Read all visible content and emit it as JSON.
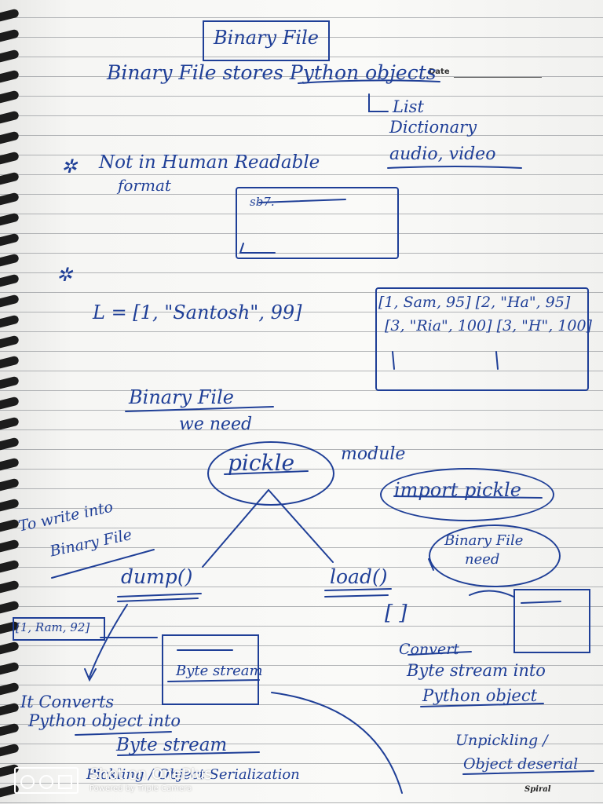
{
  "page": {
    "date_label": "Date",
    "brand_label": "Spiral"
  },
  "notes": {
    "heading": "Binary File",
    "line_stores": "Binary File stores Python objects",
    "branch_list": "List",
    "branch_dictionary": "Dictionary",
    "branch_media": "audio, video",
    "star_not_readable": "Not in Human Readable",
    "star_not_readable_2": "format",
    "box_scribble": "sb7.",
    "list_example": "L = [1, \"Santosh\", 99]",
    "records_line_1": "[1, Sam, 95] [2, \"Ha\", 95]",
    "records_line_2": "[3, \"Ria\", 100] [3, \"H\", 100]",
    "need_heading": "Binary File",
    "need_subheading": "we need",
    "pickle_label": "pickle",
    "module_label": "module",
    "import_label": "import pickle",
    "write_note": "To write into",
    "write_note_2": "Binary File",
    "bubble_line_1": "Binary File",
    "bubble_line_2": "need",
    "dump_label": "dump()",
    "load_label": "load()",
    "small_record": "[1, Ram, 92]",
    "bytestream_label": "Byte stream",
    "bracket_label": "[ ]",
    "connect_label": "Convert",
    "convert_line_1": "Byte stream into",
    "convert_line_2": "Python object",
    "it_converts": "It Converts",
    "python_object_into": "Python object   into",
    "byte_stream_2": "Byte stream",
    "serialization": "Pickling / Object Serialization",
    "unpickling": "Unpickling /",
    "object_deserial": "Object deserial"
  },
  "watermark": {
    "title": "Shot on OnePlus",
    "subtitle": "Powered by Triple Camera"
  }
}
